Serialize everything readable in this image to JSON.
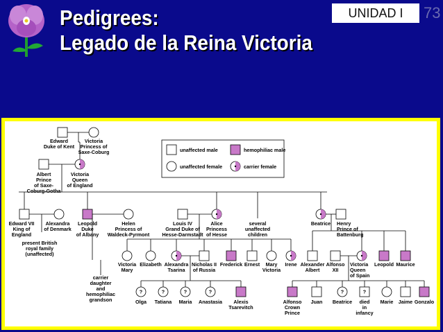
{
  "slide": {
    "title_line1": "Pedigrees:",
    "title_line2": "Legado de la Reina Victoria",
    "unit_label": "UNIDAD I",
    "page_number": "73"
  },
  "colors": {
    "background": "#0a0a8c",
    "frame": "#ffff00",
    "hemophiliac": "#c879c8",
    "carrier": "#c879c8",
    "title": "#ffffff"
  },
  "legend": {
    "unaffected_male": "unaffected male",
    "hemophiliac_male": "hemophiliac male",
    "unaffected_female": "unaffected female",
    "carrier_female": "carrier female"
  },
  "individuals": [
    {
      "id": "edward_kent",
      "sex": "male",
      "status": "unaffected",
      "label": [
        "Edward",
        "Duke of Kent"
      ]
    },
    {
      "id": "victoria_saxe",
      "sex": "female",
      "status": "unaffected",
      "label": [
        "Victoria",
        "Princess of",
        "Saxe-Coburg"
      ]
    },
    {
      "id": "albert",
      "sex": "male",
      "status": "unaffected",
      "label": [
        "Albert",
        "Prince",
        "of Saxe-",
        "Coburg-Gotha"
      ]
    },
    {
      "id": "victoria_queen",
      "sex": "female",
      "status": "carrier",
      "label": [
        "Victoria",
        "Queen",
        "of England"
      ]
    },
    {
      "id": "edward_vii",
      "sex": "male",
      "status": "unaffected",
      "label": [
        "Edward VII",
        "King of",
        "England"
      ]
    },
    {
      "id": "alexandra_denmark",
      "sex": "female",
      "status": "unaffected",
      "label": [
        "Alexandra",
        "of Denmark"
      ]
    },
    {
      "id": "leopold",
      "sex": "male",
      "status": "hemophiliac",
      "label": [
        "Leopold",
        "Duke",
        "of Albany"
      ]
    },
    {
      "id": "helen",
      "sex": "female",
      "status": "unaffected",
      "label": [
        "Helen",
        "Princess of",
        "Waldeck-Pyrmont"
      ]
    },
    {
      "id": "louis_iv",
      "sex": "male",
      "status": "unaffected",
      "label": [
        "Louis IV",
        "Grand Duke of",
        "Hesse-Darmstadt"
      ]
    },
    {
      "id": "alice",
      "sex": "female",
      "status": "carrier",
      "label": [
        "Alice",
        "Princess",
        "of Hesse"
      ]
    },
    {
      "id": "several_children",
      "sex": "none",
      "status": "note",
      "label": [
        "several",
        "unaffected",
        "children"
      ]
    },
    {
      "id": "beatrice",
      "sex": "female",
      "status": "carrier",
      "label": [
        "Beatrice"
      ]
    },
    {
      "id": "henry",
      "sex": "male",
      "status": "unaffected",
      "label": [
        "Henry",
        "Prince of",
        "Battenburg"
      ]
    },
    {
      "id": "british_royal",
      "sex": "none",
      "status": "note",
      "label": [
        "present British",
        "royal family",
        "(unaffected)"
      ]
    },
    {
      "id": "victoria_mary",
      "sex": "female",
      "status": "unaffected",
      "label": [
        "Victoria",
        "Mary"
      ]
    },
    {
      "id": "elizabeth",
      "sex": "female",
      "status": "unaffected",
      "label": [
        "Elizabeth"
      ]
    },
    {
      "id": "alexandra_tsarina",
      "sex": "female",
      "status": "carrier",
      "label": [
        "Alexandra",
        "Tsarina"
      ]
    },
    {
      "id": "nicholas_ii",
      "sex": "male",
      "status": "unaffected",
      "label": [
        "Nicholas II",
        "of Russia"
      ]
    },
    {
      "id": "frederick",
      "sex": "male",
      "status": "hemophiliac",
      "label": [
        "Frederick"
      ]
    },
    {
      "id": "ernest",
      "sex": "male",
      "status": "unaffected",
      "label": [
        "Ernest"
      ]
    },
    {
      "id": "mary_victoria",
      "sex": "female",
      "status": "unaffected",
      "label": [
        "Mary",
        "Victoria"
      ]
    },
    {
      "id": "irene",
      "sex": "female",
      "status": "carrier",
      "label": [
        "Irene"
      ]
    },
    {
      "id": "alexander_albert",
      "sex": "male",
      "status": "unaffected",
      "label": [
        "Alexander",
        "Albert"
      ]
    },
    {
      "id": "alfonso_xii",
      "sex": "male",
      "status": "unaffected",
      "label": [
        "Alfonso",
        "XII"
      ]
    },
    {
      "id": "victoria_spain",
      "sex": "female",
      "status": "carrier",
      "label": [
        "Victoria",
        "Queen",
        "of Spain"
      ]
    },
    {
      "id": "leopold2",
      "sex": "male",
      "status": "hemophiliac",
      "label": [
        "Leopold"
      ]
    },
    {
      "id": "maurice",
      "sex": "male",
      "status": "hemophiliac",
      "label": [
        "Maurice"
      ]
    },
    {
      "id": "carrier_note",
      "sex": "none",
      "status": "note",
      "label": [
        "carrier",
        "daughter",
        "and",
        "hemophiliac",
        "grandson"
      ]
    },
    {
      "id": "olga",
      "sex": "female",
      "status": "unknown",
      "label": [
        "Olga"
      ]
    },
    {
      "id": "tatiana",
      "sex": "female",
      "status": "unknown",
      "label": [
        "Tatiana"
      ]
    },
    {
      "id": "maria",
      "sex": "female",
      "status": "unknown",
      "label": [
        "Maria"
      ]
    },
    {
      "id": "anastasia",
      "sex": "female",
      "status": "unknown",
      "label": [
        "Anastasia"
      ]
    },
    {
      "id": "alexis",
      "sex": "male",
      "status": "hemophiliac",
      "label": [
        "Alexis",
        "Tsarevitch"
      ]
    },
    {
      "id": "alfonso_crown",
      "sex": "male",
      "status": "hemophiliac",
      "label": [
        "Alfonso",
        "Crown",
        "Prince"
      ]
    },
    {
      "id": "juan",
      "sex": "male",
      "status": "unaffected",
      "label": [
        "Juan"
      ]
    },
    {
      "id": "beatrice2",
      "sex": "female",
      "status": "unknown",
      "label": [
        "Beatrice"
      ]
    },
    {
      "id": "died_infancy",
      "sex": "male",
      "status": "unknown",
      "label": [
        "died",
        "in",
        "infancy"
      ]
    },
    {
      "id": "marie",
      "sex": "female",
      "status": "unaffected",
      "label": [
        "Marie"
      ]
    },
    {
      "id": "jaime",
      "sex": "male",
      "status": "unaffected",
      "label": [
        "Jaime"
      ]
    },
    {
      "id": "gonzalo",
      "sex": "male",
      "status": "hemophiliac",
      "label": [
        "Gonzalo"
      ]
    }
  ],
  "unknown_mark": "?"
}
